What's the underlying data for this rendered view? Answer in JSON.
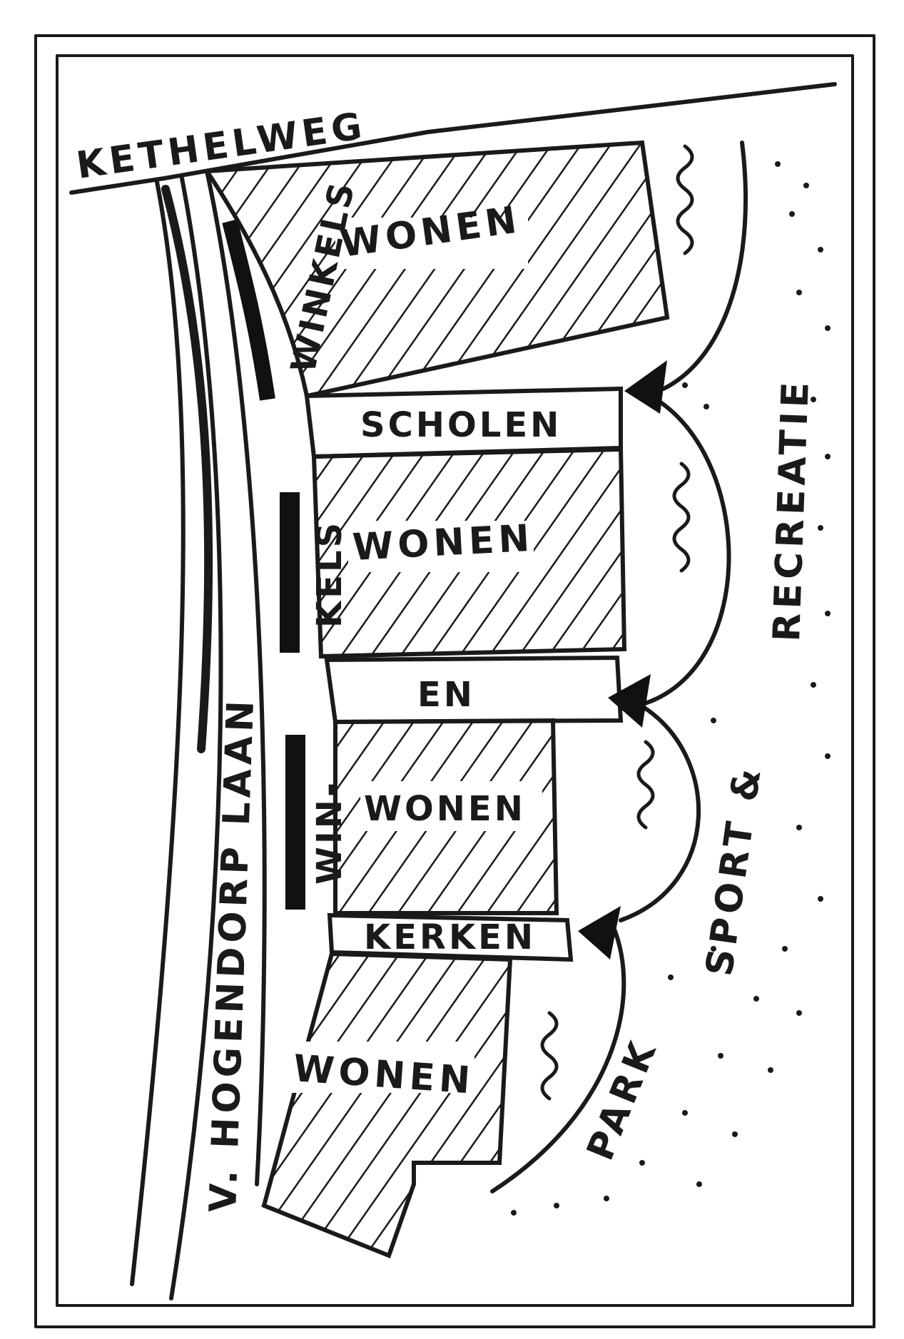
{
  "map": {
    "streets": {
      "top": "KETHELWEG",
      "left": "V. HOGENDORP LAAN"
    },
    "zones": {
      "wonen_1": "WONEN",
      "scholen": "SCHOLEN",
      "wonen_2": "WONEN",
      "en": "EN",
      "wonen_3": "WONEN",
      "kerken": "KERKEN",
      "wonen_4": "WONEN"
    },
    "shops": {
      "top": "WINKELS",
      "middle": "KELS",
      "bottom": "WIN-"
    },
    "green": {
      "park": "PARK",
      "sport": "SPORT &",
      "recreatie": "RECREATIE"
    }
  }
}
